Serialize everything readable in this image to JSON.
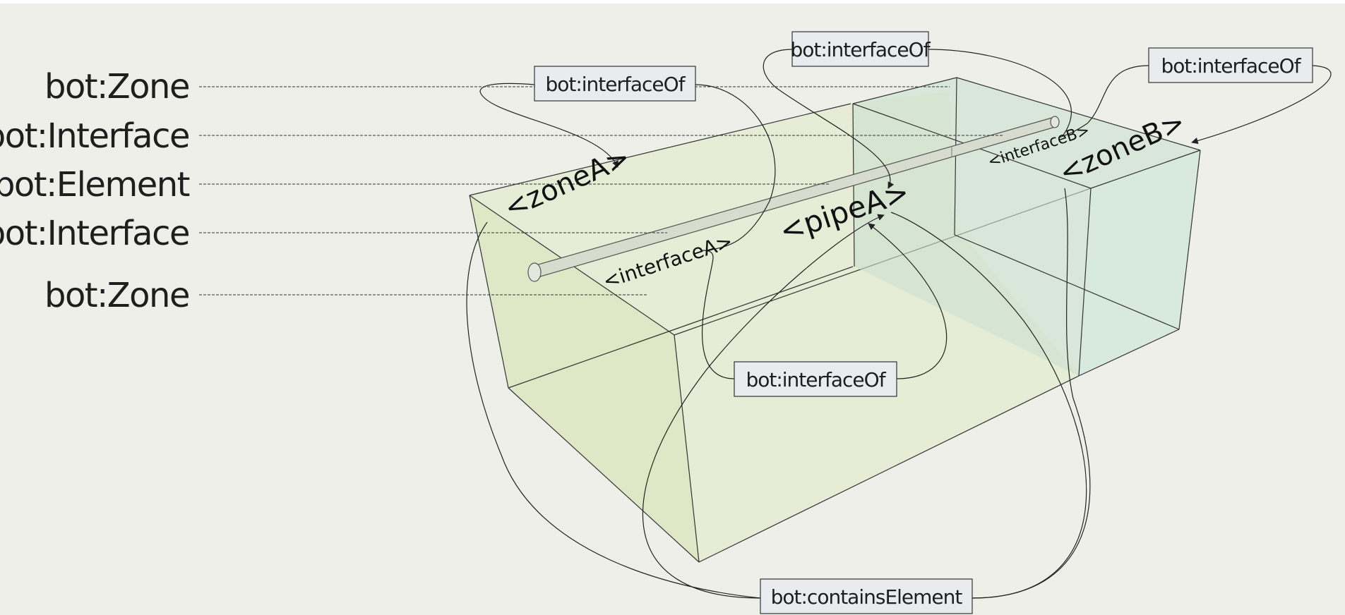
{
  "class_labels": {
    "zone_top": "bot:Zone",
    "interface_1": "bot:Interface",
    "element": "bot:Element",
    "interface_2": "bot:Interface",
    "zone_bottom": "bot:Zone"
  },
  "instances": {
    "zoneA": "<zoneA>",
    "zoneB": "<zoneB>",
    "pipeA": "<pipeA>",
    "interfaceA": "<interfaceA>",
    "interfaceB": "<interfaceB>"
  },
  "relations": {
    "interface_of_1": "bot:interfaceOf",
    "interface_of_2": "bot:interfaceOf",
    "interface_of_3": "bot:interfaceOf",
    "interface_of_4": "bot:interfaceOf",
    "contains_element": "bot:containsElement"
  },
  "colors": {
    "background": "#efefea",
    "zoneA_fill": "#e3ebcf",
    "zoneB_fill": "#cfe5d3",
    "label_box_fill": "#e9ebef",
    "line": "#222222"
  }
}
